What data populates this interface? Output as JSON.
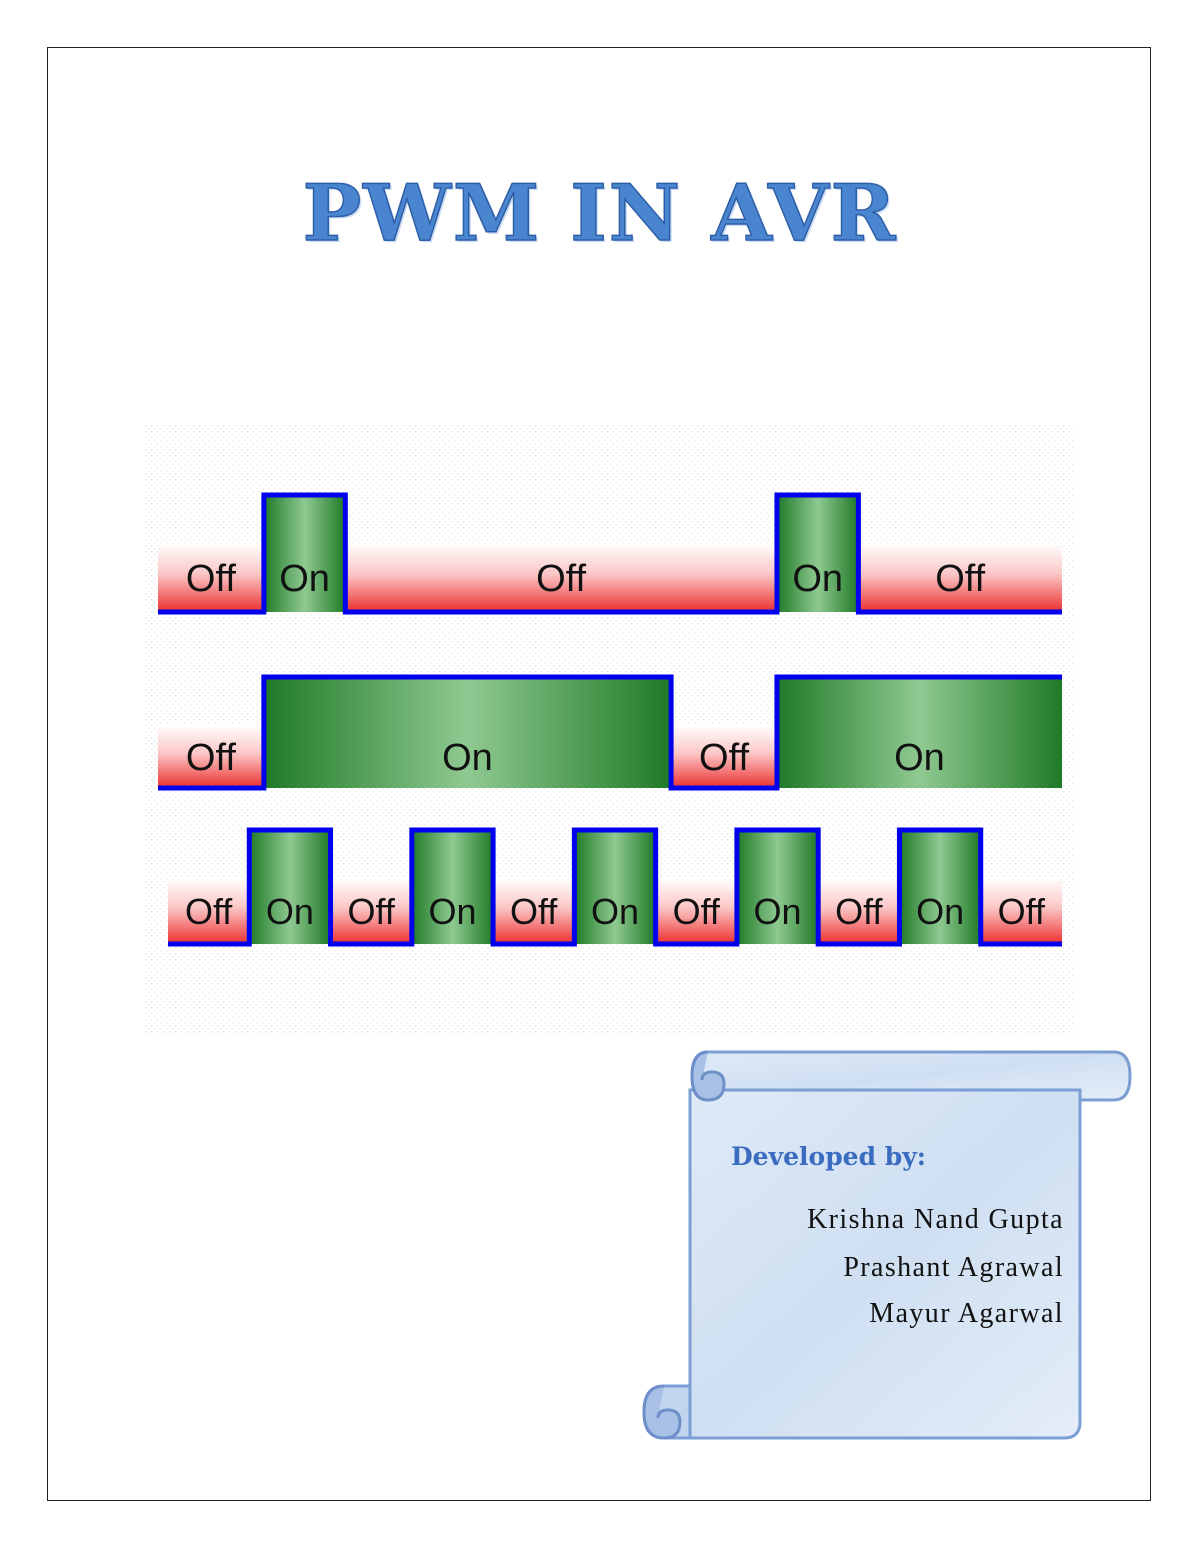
{
  "document": {
    "title": "PWM IN AVR"
  },
  "figure": {
    "colors": {
      "off": "#ee3b3b",
      "on": "#2f8a35",
      "line": "#0000ee"
    },
    "rows": [
      {
        "segments": [
          {
            "state": "off",
            "label": "Off",
            "duration": 1.3
          },
          {
            "state": "on",
            "label": "On",
            "duration": 1
          },
          {
            "state": "off",
            "label": "Off",
            "duration": 5.3
          },
          {
            "state": "on",
            "label": "On",
            "duration": 1
          },
          {
            "state": "off",
            "label": "Off",
            "duration": 2.5
          }
        ]
      },
      {
        "segments": [
          {
            "state": "off",
            "label": "Off",
            "duration": 1.3
          },
          {
            "state": "on",
            "label": "On",
            "duration": 5
          },
          {
            "state": "off",
            "label": "Off",
            "duration": 1.3
          },
          {
            "state": "on",
            "label": "On",
            "duration": 3.5
          }
        ]
      },
      {
        "segments": [
          {
            "state": "off",
            "label": "Off",
            "duration": 1
          },
          {
            "state": "on",
            "label": "On",
            "duration": 1
          },
          {
            "state": "off",
            "label": "Off",
            "duration": 1
          },
          {
            "state": "on",
            "label": "On",
            "duration": 1
          },
          {
            "state": "off",
            "label": "Off",
            "duration": 1
          },
          {
            "state": "on",
            "label": "On",
            "duration": 1
          },
          {
            "state": "off",
            "label": "Off",
            "duration": 1
          },
          {
            "state": "on",
            "label": "On",
            "duration": 1
          },
          {
            "state": "off",
            "label": "Off",
            "duration": 1
          },
          {
            "state": "on",
            "label": "On",
            "duration": 1
          },
          {
            "state": "off",
            "label": "Off",
            "duration": 1
          }
        ]
      }
    ]
  },
  "credits": {
    "label": "Developed by:",
    "authors": [
      "Krishna Nand Gupta",
      "Prashant Agrawal",
      "Mayur Agarwal"
    ]
  }
}
